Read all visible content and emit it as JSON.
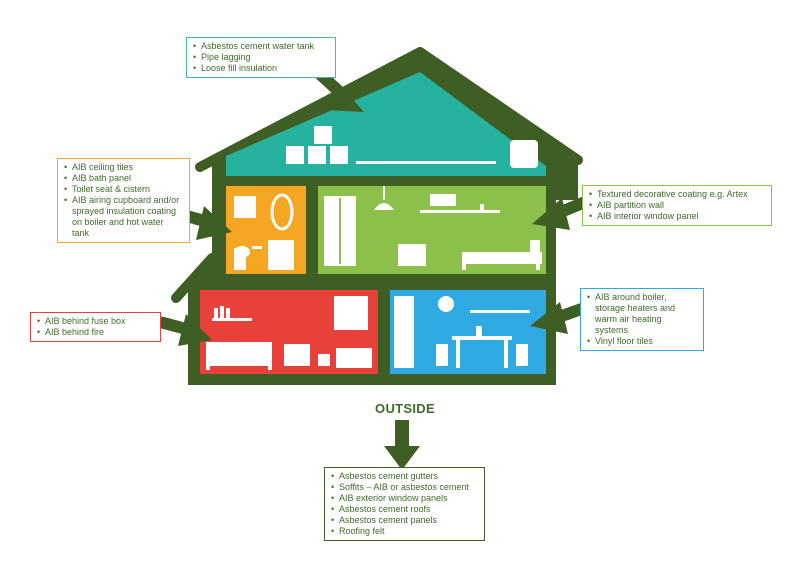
{
  "colors": {
    "frame": "#3f5e23",
    "attic": "#25b3a0",
    "bathroom": "#f5a623",
    "bedroom": "#8cc04b",
    "living_room": "#e8403a",
    "kitchen": "#2ea9e2",
    "arrow": "#3f5e23",
    "text": "#3f6b2a",
    "border_teal": "#4bb5a8",
    "border_orange": "#f5a623",
    "border_green": "#8cc04b",
    "border_red": "#e8403a",
    "border_blue": "#2ea9e2",
    "border_dark": "#3f5e23"
  },
  "callouts": {
    "attic": {
      "items": [
        "Asbestos cement water tank",
        "Pipe lagging",
        "Loose fill insulation"
      ]
    },
    "bathroom": {
      "items": [
        "AIB ceiling tiles",
        "AIB bath panel",
        "Toilet seat & cistern",
        "AIB airing cupboard and/or sprayed insulation coating on boiler and hot water tank"
      ]
    },
    "bedroom": {
      "items": [
        "Textured decorative coating e.g. Artex",
        "AIB partition wall",
        "AIB interior window panel"
      ]
    },
    "living_room": {
      "items": [
        "AIB behind fuse box",
        "AIB behind fire"
      ]
    },
    "kitchen": {
      "items": [
        "AIB around boiler, storage heaters and warm air heating systems",
        "Vinyl floor tiles"
      ]
    },
    "outside": {
      "items": [
        "Asbestos cement gutters",
        "Soffits – AIB or asbestos cement",
        "AIB exterior window panels",
        "Asbestos cement roofs",
        "Asbestos cement panels",
        "Roofing felt"
      ]
    }
  },
  "outside_label": "OUTSIDE"
}
